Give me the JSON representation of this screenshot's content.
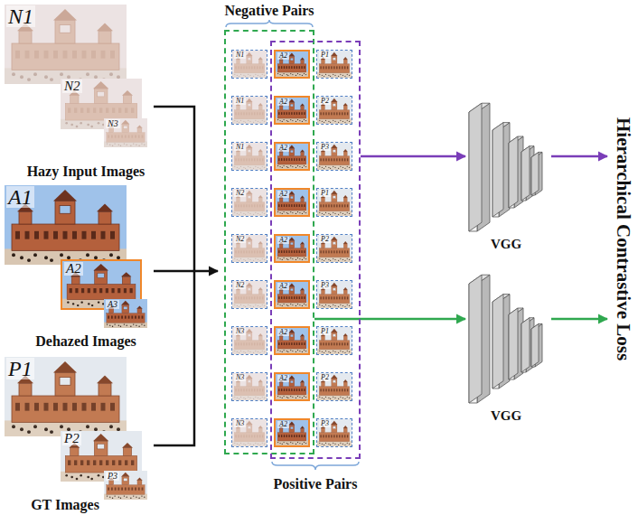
{
  "diagram": {
    "nodes": [
      {
        "text": [
          "N1"
        ]
      },
      {
        "text": [
          "N2"
        ]
      },
      {
        "text": [
          "N3"
        ]
      },
      {
        "text": [
          "A1"
        ]
      },
      {
        "text": [
          "A2"
        ]
      },
      {
        "text": [
          "A3"
        ]
      },
      {
        "text": [
          "P1"
        ]
      },
      {
        "text": [
          "P2"
        ]
      },
      {
        "text": [
          "P3"
        ]
      },
      {
        "text": [
          "Negative Pairs"
        ]
      },
      {
        "text": [
          "Positive Pairs"
        ]
      },
      {
        "text": [
          "N1"
        ],
        "in": 9
      },
      {
        "text": [
          "A2"
        ],
        "in": 9
      },
      {
        "text": [
          "P1"
        ],
        "in": 10
      },
      {
        "text": [
          "N1"
        ],
        "in": 9
      },
      {
        "text": [
          "A2"
        ],
        "in": 9
      },
      {
        "text": [
          "P2"
        ],
        "in": 10
      },
      {
        "text": [
          "N1"
        ],
        "in": 9
      },
      {
        "text": [
          "A2"
        ],
        "in": 9
      },
      {
        "text": [
          "P3"
        ],
        "in": 10
      },
      {
        "text": [
          "N2"
        ],
        "in": 9
      },
      {
        "text": [
          "A2"
        ],
        "in": 9
      },
      {
        "text": [
          "P1"
        ],
        "in": 10
      },
      {
        "text": [
          "N2"
        ],
        "in": 9
      },
      {
        "text": [
          "A2"
        ],
        "in": 9
      },
      {
        "text": [
          "P2"
        ],
        "in": 10
      },
      {
        "text": [
          "N2"
        ],
        "in": 9
      },
      {
        "text": [
          "A2"
        ],
        "in": 9
      },
      {
        "text": [
          "P3"
        ],
        "in": 10
      },
      {
        "text": [
          "N3"
        ],
        "in": 9
      },
      {
        "text": [
          "A2"
        ],
        "in": 9
      },
      {
        "text": [
          "P1"
        ],
        "in": 10
      },
      {
        "text": [
          "N3"
        ],
        "in": 9
      },
      {
        "text": [
          "A2"
        ],
        "in": 9
      },
      {
        "text": [
          "P2"
        ],
        "in": 10
      },
      {
        "text": [
          "N3"
        ],
        "in": 9
      },
      {
        "text": [
          "A2"
        ],
        "in": 9
      },
      {
        "text": [
          "P3"
        ],
        "in": 10
      },
      {
        "text": [
          "VGG"
        ]
      },
      {
        "text": [
          "VGG"
        ]
      }
    ],
    "edges": [
      {
        "from": 10,
        "to": 38,
        "arrow": "to"
      },
      {
        "from": 9,
        "to": 39,
        "arrow": "to"
      }
    ],
    "labels": [
      "Hazy Input Images",
      "Dehazed Images",
      "GT Images",
      "Hierarchical Contrastive Loss"
    ]
  }
}
